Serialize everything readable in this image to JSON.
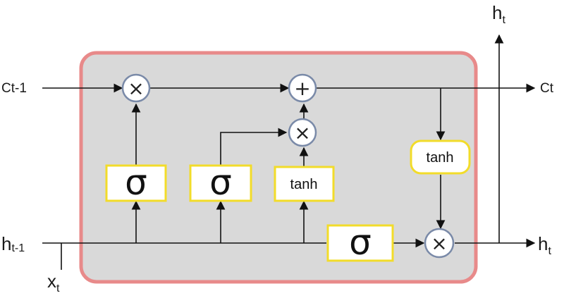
{
  "labels": {
    "c_prev": "Ct-1",
    "c_next": "Ct",
    "h_prev_main": "h",
    "h_prev_sub": "t-1",
    "x_main": "x",
    "x_sub": "t",
    "h_out_top_main": "h",
    "h_out_top_sub": "t",
    "h_out_right_main": "h",
    "h_out_right_sub": "t"
  },
  "gates": {
    "forget": "σ",
    "input": "σ",
    "candidate": "tanh",
    "output": "σ",
    "cell_tanh": "tanh"
  },
  "operators": {
    "forget_mul": "×",
    "add": "+",
    "input_mul": "×",
    "output_mul": "×"
  },
  "colors": {
    "cell_fill": "#d9d9d9",
    "cell_border": "#e88a8a",
    "gate_border": "#f2dc2a",
    "operator_border": "#7a8aa8",
    "line": "#111111"
  }
}
